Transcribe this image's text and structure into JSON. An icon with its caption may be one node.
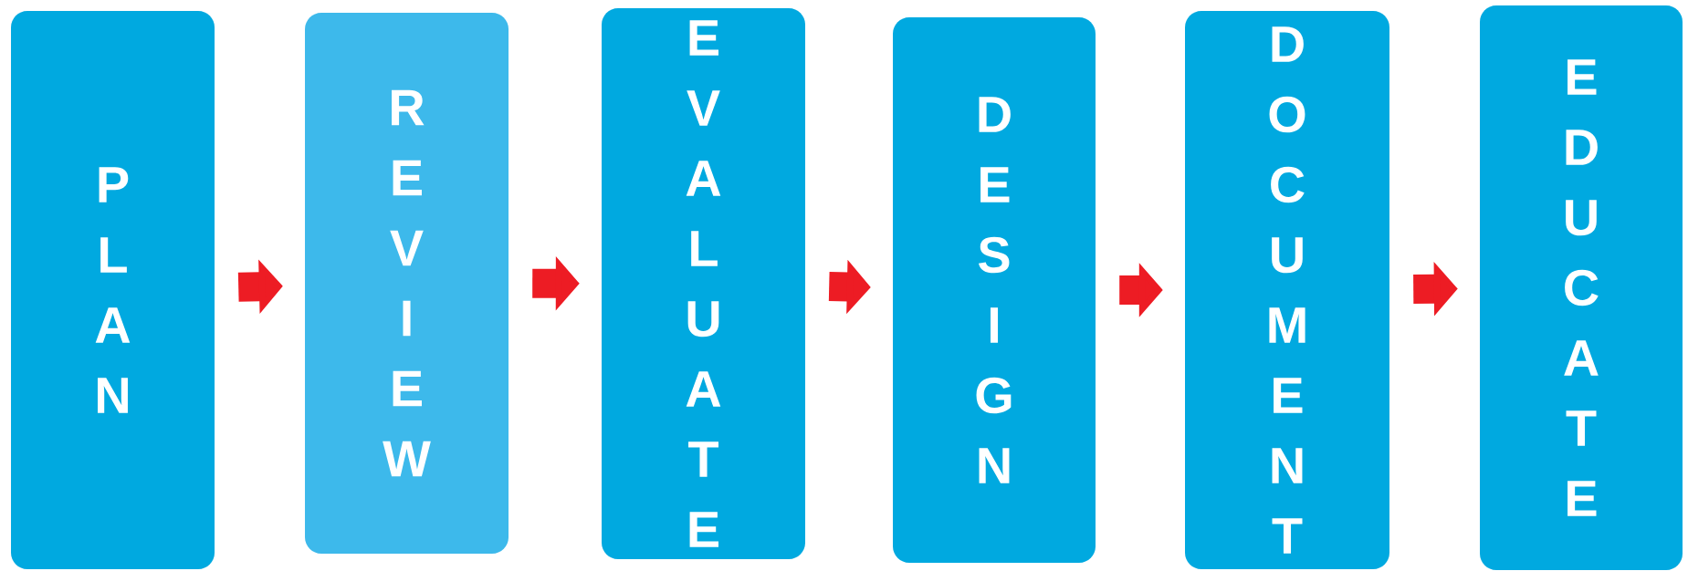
{
  "diagram": {
    "nodes": [
      {
        "text": [
          "PLAN"
        ]
      },
      {
        "text": [
          "REVIEW"
        ]
      },
      {
        "text": [
          "EVALUATE"
        ]
      },
      {
        "text": [
          "DESIGN"
        ]
      },
      {
        "text": [
          "DOCUMENT"
        ]
      },
      {
        "text": [
          "EDUCATE"
        ]
      }
    ],
    "edges": [
      {
        "from": 0,
        "to": 1,
        "arrow": "to"
      },
      {
        "from": 1,
        "to": 2,
        "arrow": "to"
      },
      {
        "from": 2,
        "to": 3,
        "arrow": "to"
      },
      {
        "from": 3,
        "to": 4,
        "arrow": "to"
      },
      {
        "from": 4,
        "to": 5,
        "arrow": "to"
      }
    ]
  }
}
